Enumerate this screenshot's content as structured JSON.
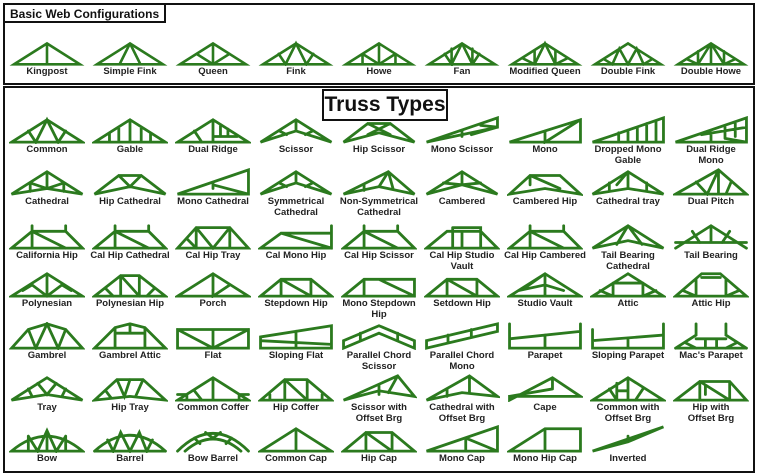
{
  "colors": {
    "truss": "#2b7a1e",
    "border": "#111111",
    "text": "#222222"
  },
  "basic_web": {
    "title": "Basic Web Configurations",
    "items": [
      {
        "label": "Kingpost",
        "shape": "kingpost"
      },
      {
        "label": "Simple Fink",
        "shape": "simplefink"
      },
      {
        "label": "Queen",
        "shape": "queen"
      },
      {
        "label": "Fink",
        "shape": "fink"
      },
      {
        "label": "Howe",
        "shape": "howe"
      },
      {
        "label": "Fan",
        "shape": "fan"
      },
      {
        "label": "Modified Queen",
        "shape": "modqueen"
      },
      {
        "label": "Double Fink",
        "shape": "doublefink"
      },
      {
        "label": "Double Howe",
        "shape": "doublehowe"
      }
    ]
  },
  "truss_types": {
    "title": "Truss Types",
    "rows": [
      [
        {
          "label": "Common",
          "shape": "fink"
        },
        {
          "label": "Gable",
          "shape": "gable"
        },
        {
          "label": "Dual Ridge",
          "shape": "dualridge"
        },
        {
          "label": "Scissor",
          "shape": "scissor"
        },
        {
          "label": "Hip Scissor",
          "shape": "hipscissor"
        },
        {
          "label": "Mono Scissor",
          "shape": "monoscissor"
        },
        {
          "label": "Mono",
          "shape": "mono"
        },
        {
          "label": "Dropped Mono\nGable",
          "shape": "droppedmono"
        },
        {
          "label": "Dual Ridge\nMono",
          "shape": "dualridgemono"
        }
      ],
      [
        {
          "label": "Cathedral",
          "shape": "cathedral"
        },
        {
          "label": "Hip Cathedral",
          "shape": "hipcathedral"
        },
        {
          "label": "Mono Cathedral",
          "shape": "monocathedral"
        },
        {
          "label": "Symmetrical\nCathedral",
          "shape": "scissor"
        },
        {
          "label": "Non-Symmetrical\nCathedral",
          "shape": "nonsymcath"
        },
        {
          "label": "Cambered",
          "shape": "cambered"
        },
        {
          "label": "Cambered Hip",
          "shape": "camberedhip"
        },
        {
          "label": "Cathedral tray",
          "shape": "cathedraltray"
        },
        {
          "label": "Dual Pitch",
          "shape": "dualpitch"
        }
      ],
      [
        {
          "label": "California Hip",
          "shape": "calhip"
        },
        {
          "label": "Cal Hip Cathedral",
          "shape": "calhip"
        },
        {
          "label": "Cal Hip Tray",
          "shape": "calhiptray"
        },
        {
          "label": "Cal Mono Hip",
          "shape": "calmonohip"
        },
        {
          "label": "Cal Hip Scissor",
          "shape": "calhip"
        },
        {
          "label": "Cal Hip Studio\nVault",
          "shape": "calhipstudio"
        },
        {
          "label": "Cal Hip Cambered",
          "shape": "calhip"
        },
        {
          "label": "Tail Bearing\nCathedral",
          "shape": "tailcath"
        },
        {
          "label": "Tail Bearing",
          "shape": "tail"
        }
      ],
      [
        {
          "label": "Polynesian",
          "shape": "polynesian"
        },
        {
          "label": "Polynesian Hip",
          "shape": "polyhip"
        },
        {
          "label": "Porch",
          "shape": "porch"
        },
        {
          "label": "Stepdown Hip",
          "shape": "stepdown"
        },
        {
          "label": "Mono Stepdown\nHip",
          "shape": "monostepdown"
        },
        {
          "label": "Setdown Hip",
          "shape": "stepdown"
        },
        {
          "label": "Studio Vault",
          "shape": "studiovault"
        },
        {
          "label": "Attic",
          "shape": "attic"
        },
        {
          "label": "Attic Hip",
          "shape": "attichip"
        }
      ],
      [
        {
          "label": "Gambrel",
          "shape": "gambrel"
        },
        {
          "label": "Gambrel Attic",
          "shape": "gambrelattic"
        },
        {
          "label": "Flat",
          "shape": "flat"
        },
        {
          "label": "Sloping Flat",
          "shape": "slopingflat"
        },
        {
          "label": "Parallel Chord\nScissor",
          "shape": "pcscissor"
        },
        {
          "label": "Parallel Chord\nMono",
          "shape": "pcmono"
        },
        {
          "label": "Parapet",
          "shape": "parapet"
        },
        {
          "label": "Sloping Parapet",
          "shape": "slopingparapet"
        },
        {
          "label": "Mac's Parapet",
          "shape": "macsparapet"
        }
      ],
      [
        {
          "label": "Tray",
          "shape": "tray"
        },
        {
          "label": "Hip Tray",
          "shape": "hiptray"
        },
        {
          "label": "Common Coffer",
          "shape": "commoncoffer"
        },
        {
          "label": "Hip Coffer",
          "shape": "hipcoffer"
        },
        {
          "label": "Scissor with\nOffset Brg",
          "shape": "scissoroffset"
        },
        {
          "label": "Cathedral with\nOffset Brg",
          "shape": "cathoffset"
        },
        {
          "label": "Cape",
          "shape": "cape"
        },
        {
          "label": "Common with\nOffset Brg",
          "shape": "commonoffset"
        },
        {
          "label": "Hip with\nOffset Brg",
          "shape": "hipoffset"
        }
      ],
      [
        {
          "label": "Bow",
          "shape": "bow"
        },
        {
          "label": "Barrel",
          "shape": "barrel"
        },
        {
          "label": "Bow Barrel",
          "shape": "bowbarrel"
        },
        {
          "label": "Common Cap",
          "shape": "commoncap"
        },
        {
          "label": "Hip Cap",
          "shape": "hipcap"
        },
        {
          "label": "Mono Cap",
          "shape": "monocap"
        },
        {
          "label": "Mono Hip Cap",
          "shape": "monohipcap"
        },
        {
          "label": "Inverted",
          "shape": "inverted"
        }
      ]
    ]
  }
}
